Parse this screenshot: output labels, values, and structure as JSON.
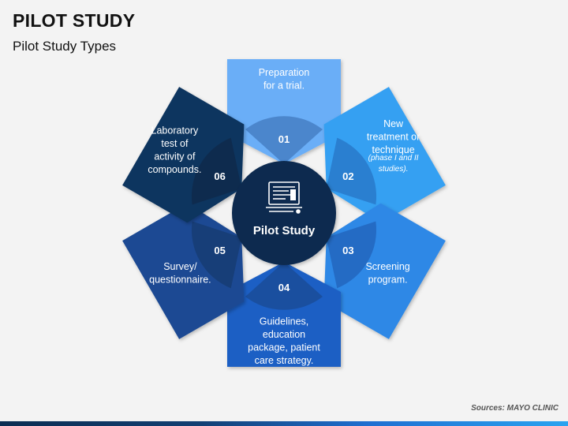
{
  "title": "PILOT STUDY",
  "subtitle": "Pilot Study Types",
  "center": {
    "label": "Pilot Study",
    "icon": "monitor-chart-icon",
    "color": "#0b2a4f"
  },
  "items": [
    {
      "number": "01",
      "lines": [
        "Preparation",
        "for a trial."
      ],
      "note": [],
      "color": "#6aaef7",
      "accent": "#4b86cc"
    },
    {
      "number": "02",
      "lines": [
        "New",
        "treatment or",
        "technique"
      ],
      "note": [
        "(phase I and II",
        "studies)."
      ],
      "color": "#36a0f2",
      "accent": "#2a7fd0"
    },
    {
      "number": "03",
      "lines": [
        "Screening",
        "program."
      ],
      "note": [],
      "color": "#2f88e6",
      "accent": "#246bc4"
    },
    {
      "number": "04",
      "lines": [
        "Guidelines,",
        "education",
        "package, patient",
        "care strategy."
      ],
      "note": [],
      "color": "#1f5fc4",
      "accent": "#1a4f9f"
    },
    {
      "number": "05",
      "lines": [
        "Survey/",
        "questionnaire."
      ],
      "note": [],
      "color": "#1a4a93",
      "accent": "#173e78"
    },
    {
      "number": "06",
      "lines": [
        "Laboratory",
        "test of",
        "activity of",
        "compounds."
      ],
      "note": [],
      "color": "#10345f",
      "accent": "#0e2b4e"
    }
  ],
  "source": "Sources: MAYO CLINIC"
}
